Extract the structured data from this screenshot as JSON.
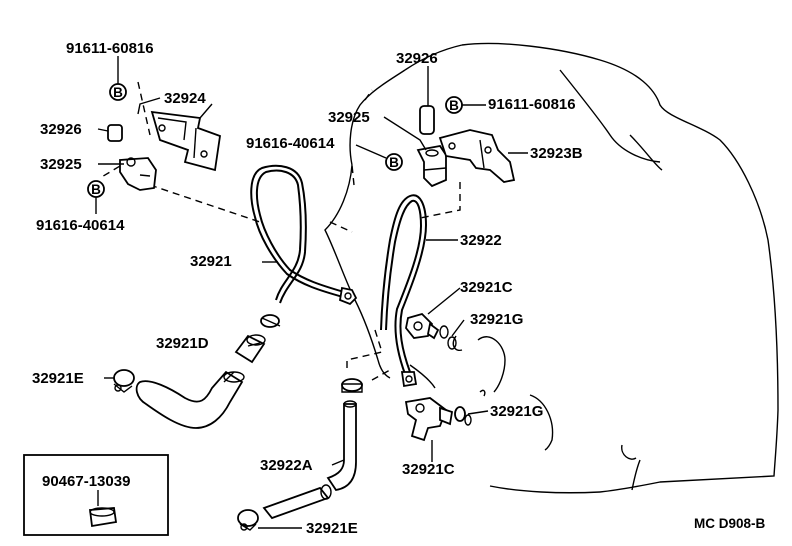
{
  "labels": {
    "p91611_top_left": "91611-60816",
    "p32924": "32924",
    "p32926_left": "32926",
    "p32925_left": "32925",
    "p91616_left": "91616-40614",
    "p32926_top": "32926",
    "p91611_top_right": "91611-60816",
    "p32925_mid": "32925",
    "p91616_mid": "91616-40614",
    "p32923B": "32923B",
    "p32922": "32922",
    "p32921": "32921",
    "p32921C_top": "32921C",
    "p32921G_top": "32921G",
    "p32921D": "32921D",
    "p32921E_left": "32921E",
    "p32921G_bottom": "32921G",
    "p32922A": "32922A",
    "p32921C_bottom": "32921C",
    "p32921E_bottom": "32921E",
    "p90467": "90467-13039"
  },
  "bolt_symbol": "B",
  "diagram_code": "MC D908-B"
}
